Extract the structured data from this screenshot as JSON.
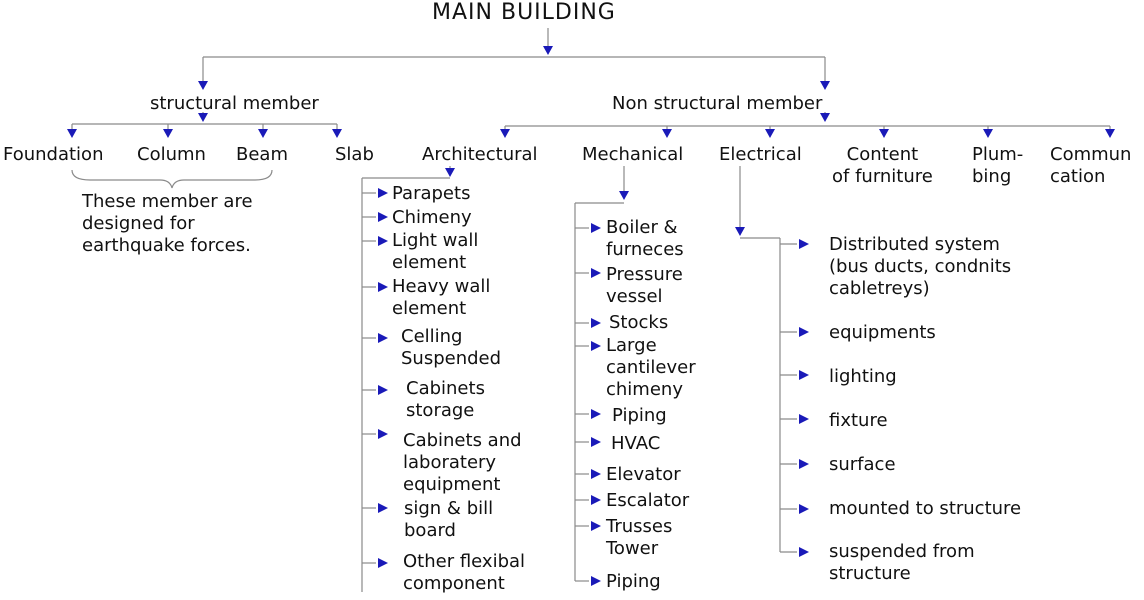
{
  "title": "MAIN BUILDING",
  "branches": {
    "structural": "structural member",
    "nonstructural": "Non structural member"
  },
  "structural_members": [
    "Foundation",
    "Column",
    "Beam",
    "Slab"
  ],
  "structural_note": "These member are\ndesigned for\nearthquake forces.",
  "nonstructural_categories": {
    "architectural": "Architectural",
    "mechanical": "Mechanical",
    "electrical": "Electrical",
    "content": "Content\nof furniture",
    "plumbing": "Plum-\nbing",
    "communication": "Commun\ncation"
  },
  "architectural_items": [
    "Parapets",
    "Chimeny",
    "Light wall\nelement",
    "Heavy wall\nelement",
    "Celling\nSuspended",
    "Cabinets\nstorage",
    "Cabinets and\nlaboratery\nequipment",
    "sign & bill\nboard",
    "Other flexibal\ncomponent"
  ],
  "mechanical_items": [
    "Boiler &\nfurneces",
    "Pressure\nvessel",
    "Stocks",
    "Large\ncantilever\nchimeny",
    "Piping",
    "HVAC",
    "Elevator",
    "Escalator",
    "Trusses\nTower",
    "Piping"
  ],
  "electrical_items": [
    "Distributed system\n(bus ducts, condnits\ncabletreys)",
    "equipments",
    "lighting",
    "fixture",
    "surface",
    "mounted to structure",
    "suspended from\nstructure"
  ],
  "colors": {
    "line": "#8a8a8a",
    "arrow": "#1a1ab8",
    "text": "#111111"
  }
}
